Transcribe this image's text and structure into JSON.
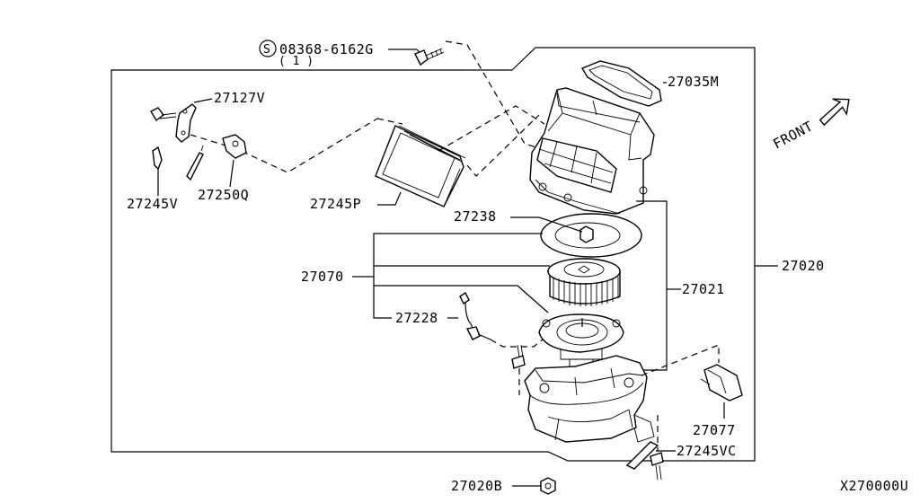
{
  "diagram": {
    "labels": {
      "screw_part": "08368-6162G",
      "screw_qty": "( 1 )",
      "seal": "27035M",
      "bracket": "27127V",
      "holder": "27250Q",
      "clip": "27245V",
      "filter": "27245P",
      "fan_nut": "27238",
      "fan_motor": "27070",
      "harness": "27228",
      "blower_case": "27021",
      "blower_assy": "27020",
      "resistor": "27077",
      "clip_vc": "27245VC",
      "nut_b": "27020B",
      "figure_code": "X270000U",
      "front": "FRONT"
    }
  }
}
